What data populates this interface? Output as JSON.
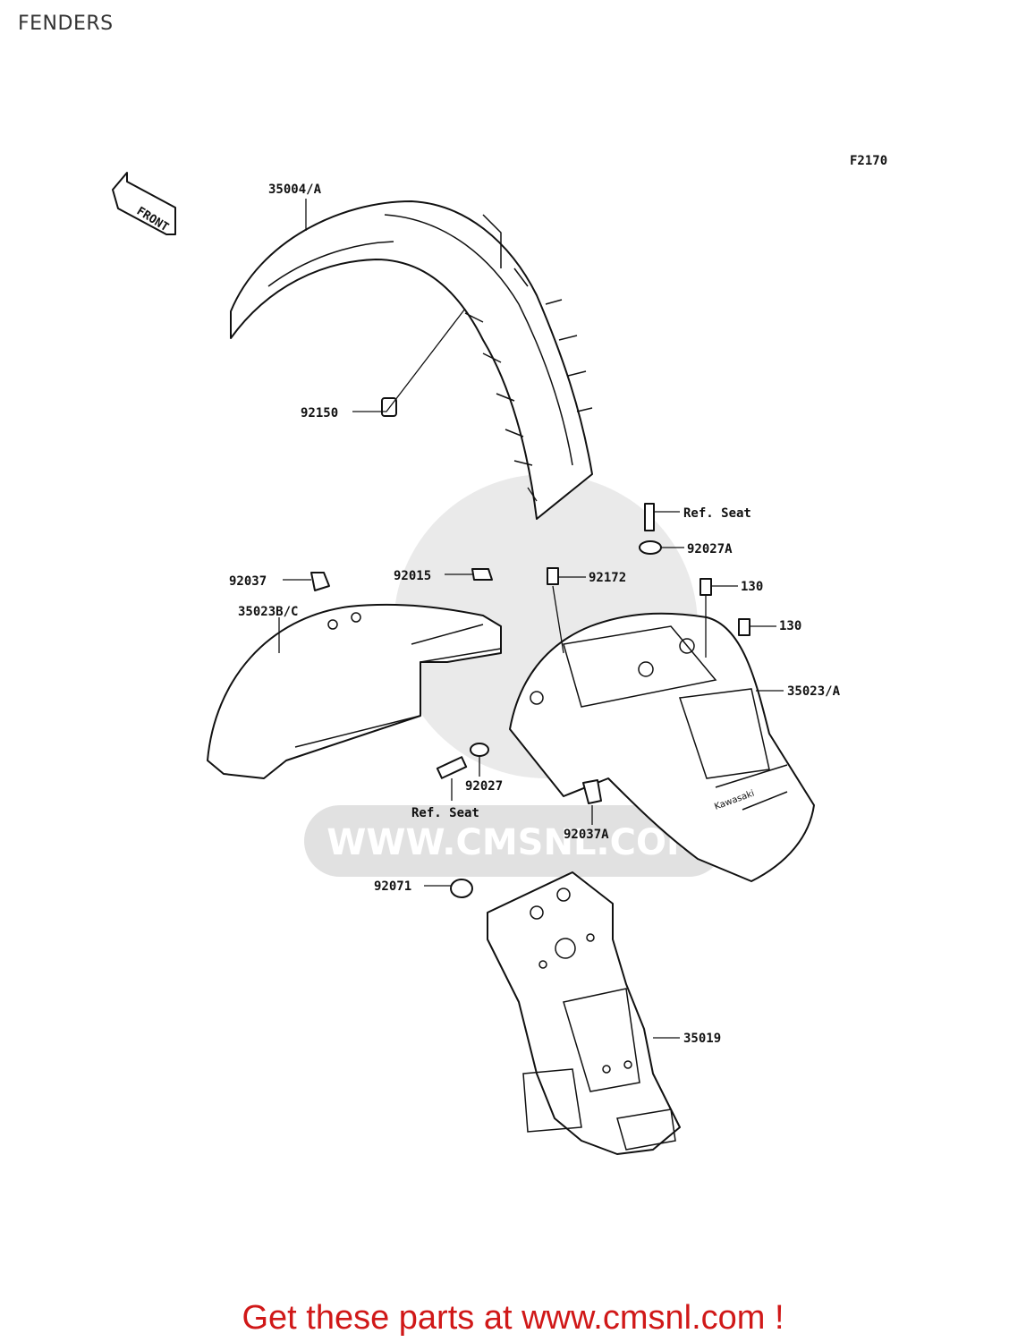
{
  "page": {
    "title": "FENDERS",
    "figure_code": "F2170",
    "front_arrow": "FRONT",
    "watermark": "WWW.CMSNL.COM",
    "call_to_action": "Get these parts at www.cmsnl.com !"
  },
  "parts": [
    {
      "id": "p35004",
      "label": "35004/A"
    },
    {
      "id": "p92150",
      "label": "92150"
    },
    {
      "id": "pRefSeatTop",
      "label": "Ref. Seat"
    },
    {
      "id": "p92027A",
      "label": "92027A"
    },
    {
      "id": "p92037",
      "label": "92037"
    },
    {
      "id": "p92015",
      "label": "92015"
    },
    {
      "id": "p92172",
      "label": "92172"
    },
    {
      "id": "p130a",
      "label": "130"
    },
    {
      "id": "p35023BC",
      "label": "35023B/C"
    },
    {
      "id": "p130b",
      "label": "130"
    },
    {
      "id": "p35023A",
      "label": "35023/A"
    },
    {
      "id": "p92027",
      "label": "92027"
    },
    {
      "id": "pRefSeatBottom",
      "label": "Ref. Seat"
    },
    {
      "id": "p92037A",
      "label": "92037A"
    },
    {
      "id": "p92071",
      "label": "92071"
    },
    {
      "id": "p35019",
      "label": "35019"
    }
  ],
  "colors": {
    "cta": "#d01818",
    "line": "#111111",
    "watermark": "#d9d9d9"
  }
}
